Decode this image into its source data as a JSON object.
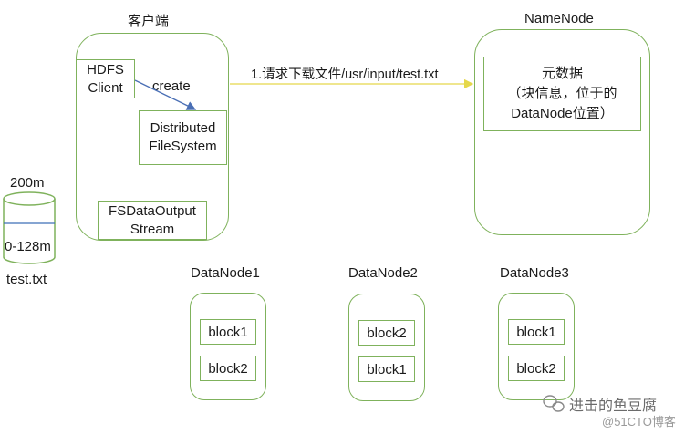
{
  "client": {
    "title": "客户端",
    "hdfs_client": "HDFS\nClient",
    "create_label": "create",
    "dfs": "Distributed\nFileSystem",
    "fsdos": "FSDataOutput\nStream"
  },
  "namenode": {
    "title": "NameNode",
    "metadata": "元数据\n（块信息，位于的\nDataNode位置）"
  },
  "request_label": "1.请求下载文件/usr/input/test.txt",
  "file": {
    "size": "200m",
    "range": "0-128m",
    "name": "test.txt"
  },
  "datanodes": [
    {
      "title": "DataNode1",
      "blocks": [
        "block1",
        "block2"
      ]
    },
    {
      "title": "DataNode2",
      "blocks": [
        "block2",
        "block1"
      ]
    },
    {
      "title": "DataNode3",
      "blocks": [
        "block1",
        "block2"
      ]
    }
  ],
  "watermark": {
    "wechat": "进击的鱼豆腐",
    "site": "@51CTO博客"
  },
  "colors": {
    "box_border": "#7fb25c",
    "request_arrow": "#e5d84a",
    "create_arrow": "#4a6fb5",
    "cylinder_line": "#3d6fb8"
  }
}
